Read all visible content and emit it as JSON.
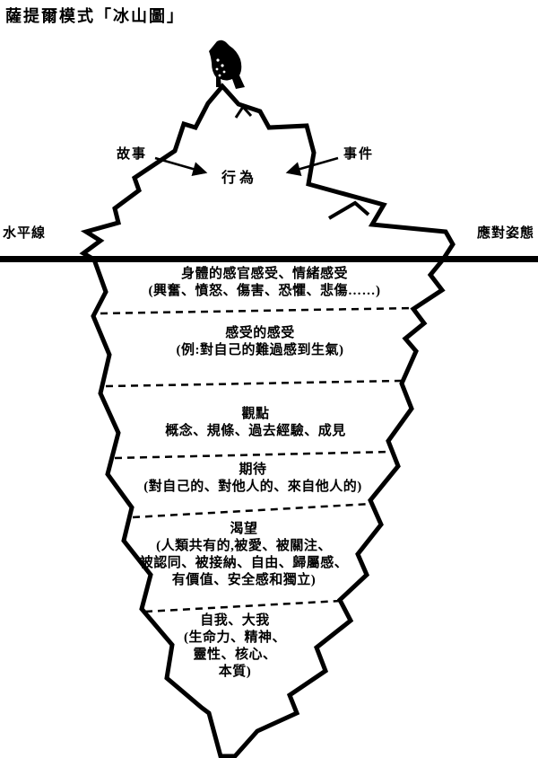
{
  "title": "薩提爾模式「冰山圖」",
  "colors": {
    "ink": "#000000",
    "paper": "#ffffff"
  },
  "above_water": {
    "story_label": "故事",
    "event_label": "事件",
    "behavior_label": "行為"
  },
  "waterline": {
    "left_label": "水平線",
    "right_label": "應對姿態"
  },
  "layers": [
    {
      "name": "body-and-emotional-feelings",
      "lines": [
        "身體的感官感受、情緒感受",
        "(興奮、憤怒、傷害、恐懼、悲傷……)"
      ]
    },
    {
      "name": "feelings-about-feelings",
      "lines": [
        "感受的感受",
        "(例:對自己的難過感到生氣)"
      ]
    },
    {
      "name": "viewpoints",
      "lines": [
        "觀點",
        "概念、規條、過去經驗、成見"
      ]
    },
    {
      "name": "expectations",
      "lines": [
        "期待",
        "(對自己的、對他人的、來自他人的)"
      ]
    },
    {
      "name": "yearnings",
      "lines": [
        "渴望",
        "(人類共有的,被愛、被關注、",
        "被認同、被接納、自由、歸屬感、",
        "有價值、安全感和獨立)"
      ]
    },
    {
      "name": "self",
      "lines": [
        "自我、大我",
        "(生命力、精神、",
        "靈性、核心、",
        "本質)"
      ]
    }
  ],
  "icons": {
    "bird": "bird-icon"
  }
}
